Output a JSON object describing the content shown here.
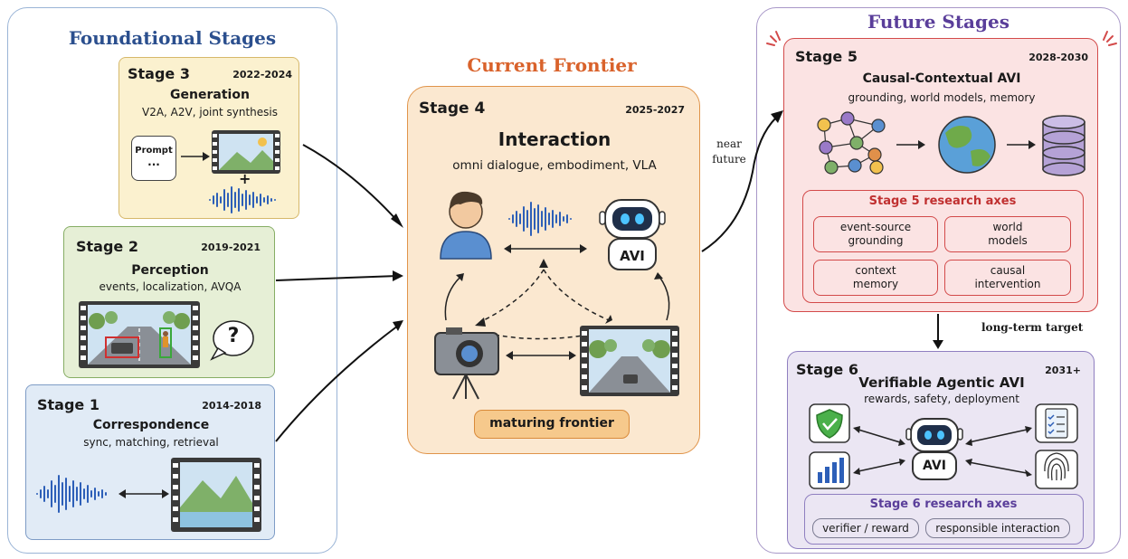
{
  "foundational": {
    "title": "Foundational Stages",
    "stage3": {
      "label": "Stage 3",
      "years": "2022-2024",
      "name": "Generation",
      "desc": "V2A, A2V, joint synthesis",
      "prompt_label": "Prompt",
      "prompt_dots": "...",
      "plus": "+"
    },
    "stage2": {
      "label": "Stage 2",
      "years": "2019-2021",
      "name": "Perception",
      "desc": "events, localization, AVQA",
      "question": "?"
    },
    "stage1": {
      "label": "Stage 1",
      "years": "2014-2018",
      "name": "Correspondence",
      "desc": "sync, matching, retrieval"
    }
  },
  "current": {
    "title": "Current Frontier",
    "stage4": {
      "label": "Stage 4",
      "years": "2025-2027",
      "name": "Interaction",
      "desc": "omni dialogue, embodiment, VLA",
      "robot_label": "AVI",
      "badge": "maturing frontier"
    }
  },
  "transition": {
    "near_future": "near\nfuture",
    "long_term": "long-term target"
  },
  "future": {
    "title": "Future Stages",
    "stage5": {
      "label": "Stage 5",
      "years": "2028-2030",
      "name": "Causal-Contextual AVI",
      "desc": "grounding, world models, memory",
      "axes_title": "Stage 5 research axes",
      "axes": [
        "event-source\ngrounding",
        "world\nmodels",
        "context\nmemory",
        "causal\nintervention"
      ]
    },
    "stage6": {
      "label": "Stage 6",
      "years": "2031+",
      "name": "Verifiable Agentic AVI",
      "desc": "rewards, safety, deployment",
      "robot_label": "AVI",
      "axes_title": "Stage 6 research axes",
      "axes": [
        "verifier / reward",
        "responsible interaction"
      ]
    }
  },
  "colors": {
    "foundational_title": "#2b4f8e",
    "current_title": "#d9622b",
    "future_title": "#5a3e9a",
    "stage3_bg": "#fbf1cf",
    "stage2_bg": "#e6efd6",
    "stage1_bg": "#e1ebf6",
    "stage4_bg": "#fbe8d0",
    "stage5_bg": "#fbe3e3",
    "stage6_bg": "#ebe6f3",
    "audio_blue": "#2d5fb8"
  }
}
